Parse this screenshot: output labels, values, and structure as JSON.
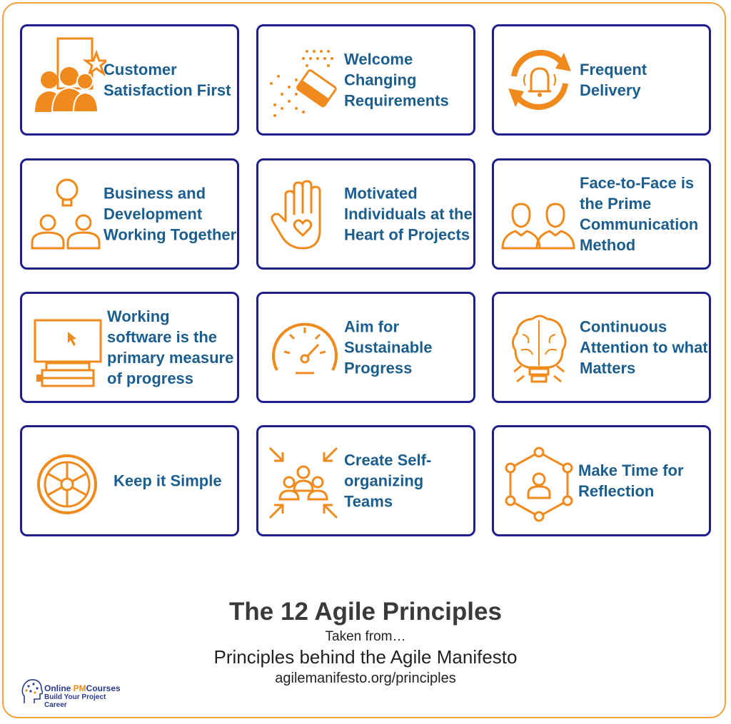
{
  "principles": [
    {
      "label": "Customer Satisfaction First",
      "icon": "customer-star-icon"
    },
    {
      "label": "Welcome Changing Requirements",
      "icon": "eraser-icon"
    },
    {
      "label": "Frequent Delivery",
      "icon": "bell-cycle-icon"
    },
    {
      "label": "Business and Development Working Together",
      "icon": "team-idea-icon"
    },
    {
      "label": "Motivated Individuals at the Heart of Projects",
      "icon": "hand-heart-icon"
    },
    {
      "label": "Face-to-Face is the Prime Communication Method",
      "icon": "two-people-icon"
    },
    {
      "label": "Working software is the primary measure of progress",
      "icon": "computer-icon"
    },
    {
      "label": "Aim for Sustainable Progress",
      "icon": "speedometer-icon"
    },
    {
      "label": "Continuous Attention to what Matters",
      "icon": "brain-bulb-icon"
    },
    {
      "label": "Keep it Simple",
      "icon": "wheel-icon"
    },
    {
      "label": "Create Self-organizing Teams",
      "icon": "team-arrows-icon"
    },
    {
      "label": "Make Time for Reflection",
      "icon": "network-person-icon"
    }
  ],
  "footer": {
    "title": "The 12 Agile Principles",
    "taken_from": "Taken from…",
    "source": "Principles behind the Agile Manifesto",
    "url": "agilemanifesto.org/principles"
  },
  "logo": {
    "line1_a": "Online ",
    "line1_b": "PM",
    "line1_c": "Courses",
    "line2": "Build Your Project Career"
  },
  "colors": {
    "accent": "#f08a1c",
    "border": "#1e1f8c",
    "text": "#1b5e8e"
  }
}
